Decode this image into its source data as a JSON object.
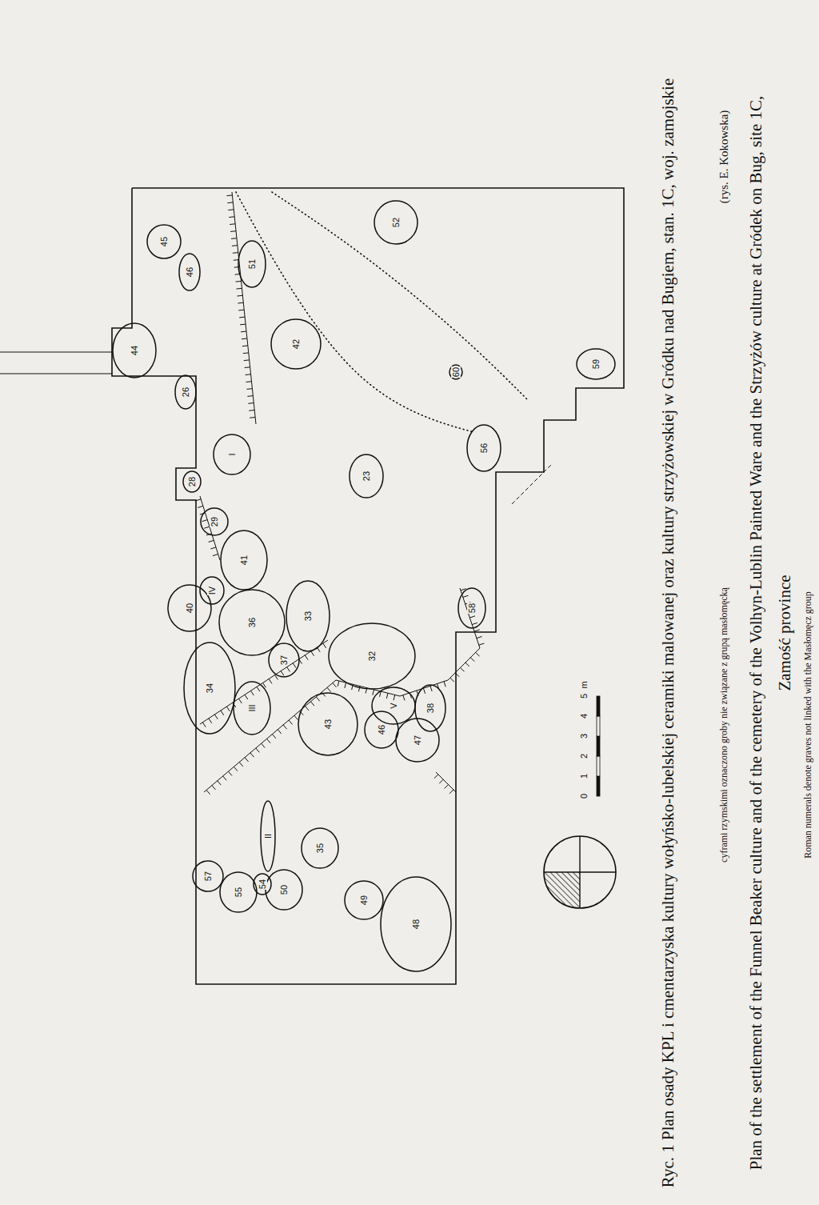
{
  "diagram": {
    "caption": "Ryc. 1 Plan osady KPL i cmentarzyska kultury wołyńsko-lubelskiej ceramiki malowanej oraz kultury strzyżowskiej w Gródku nad Bugiem, stan. 1C, woj. zamojskie",
    "nodes": [
      {
        "text": [
          "45"
        ]
      },
      {
        "text": [
          "46"
        ]
      },
      {
        "text": [
          "51"
        ]
      },
      {
        "text": [
          "52"
        ]
      },
      {
        "text": [
          "44"
        ]
      },
      {
        "text": [
          "42"
        ]
      },
      {
        "text": [
          "26"
        ]
      },
      {
        "text": [
          "60"
        ]
      },
      {
        "text": [
          "59"
        ]
      },
      {
        "text": [
          "I"
        ]
      },
      {
        "text": [
          "23"
        ]
      },
      {
        "text": [
          "28"
        ]
      },
      {
        "text": [
          "29"
        ]
      },
      {
        "text": [
          "56"
        ]
      },
      {
        "text": [
          "41"
        ]
      },
      {
        "text": [
          "IV"
        ]
      },
      {
        "text": [
          "40"
        ]
      },
      {
        "text": [
          "36"
        ]
      },
      {
        "text": [
          "33"
        ]
      },
      {
        "text": [
          "58"
        ]
      },
      {
        "text": [
          "34"
        ]
      },
      {
        "text": [
          "37"
        ]
      },
      {
        "text": [
          "32"
        ]
      },
      {
        "text": [
          "III"
        ]
      },
      {
        "text": [
          "V"
        ]
      },
      {
        "text": [
          "38"
        ]
      },
      {
        "text": [
          "43"
        ]
      },
      {
        "text": [
          "46"
        ]
      },
      {
        "text": [
          "47"
        ]
      },
      {
        "text": [
          "II"
        ]
      },
      {
        "text": [
          "35"
        ]
      },
      {
        "text": [
          "57"
        ]
      },
      {
        "text": [
          "55"
        ]
      },
      {
        "text": [
          "54"
        ]
      },
      {
        "text": [
          "50"
        ]
      },
      {
        "text": [
          "49"
        ]
      },
      {
        "text": [
          "48"
        ]
      }
    ],
    "labels": [
      "0",
      "1",
      "2",
      "3",
      "4",
      "5",
      "m",
      "cyframi rzymskimi oznaczono groby nie związane z grupą masłomęcką",
      "(rys. E. Kokowska)",
      "Plan of the settlement of the Funnel Beaker culture and of the cemetery of the Volhyn-Lublin Painted Ware and the Strzyżów culture at Gródek on Bug, site 1C, Zamość province",
      "Roman numerals denote graves not linked with the Masłomęcz group"
    ]
  }
}
